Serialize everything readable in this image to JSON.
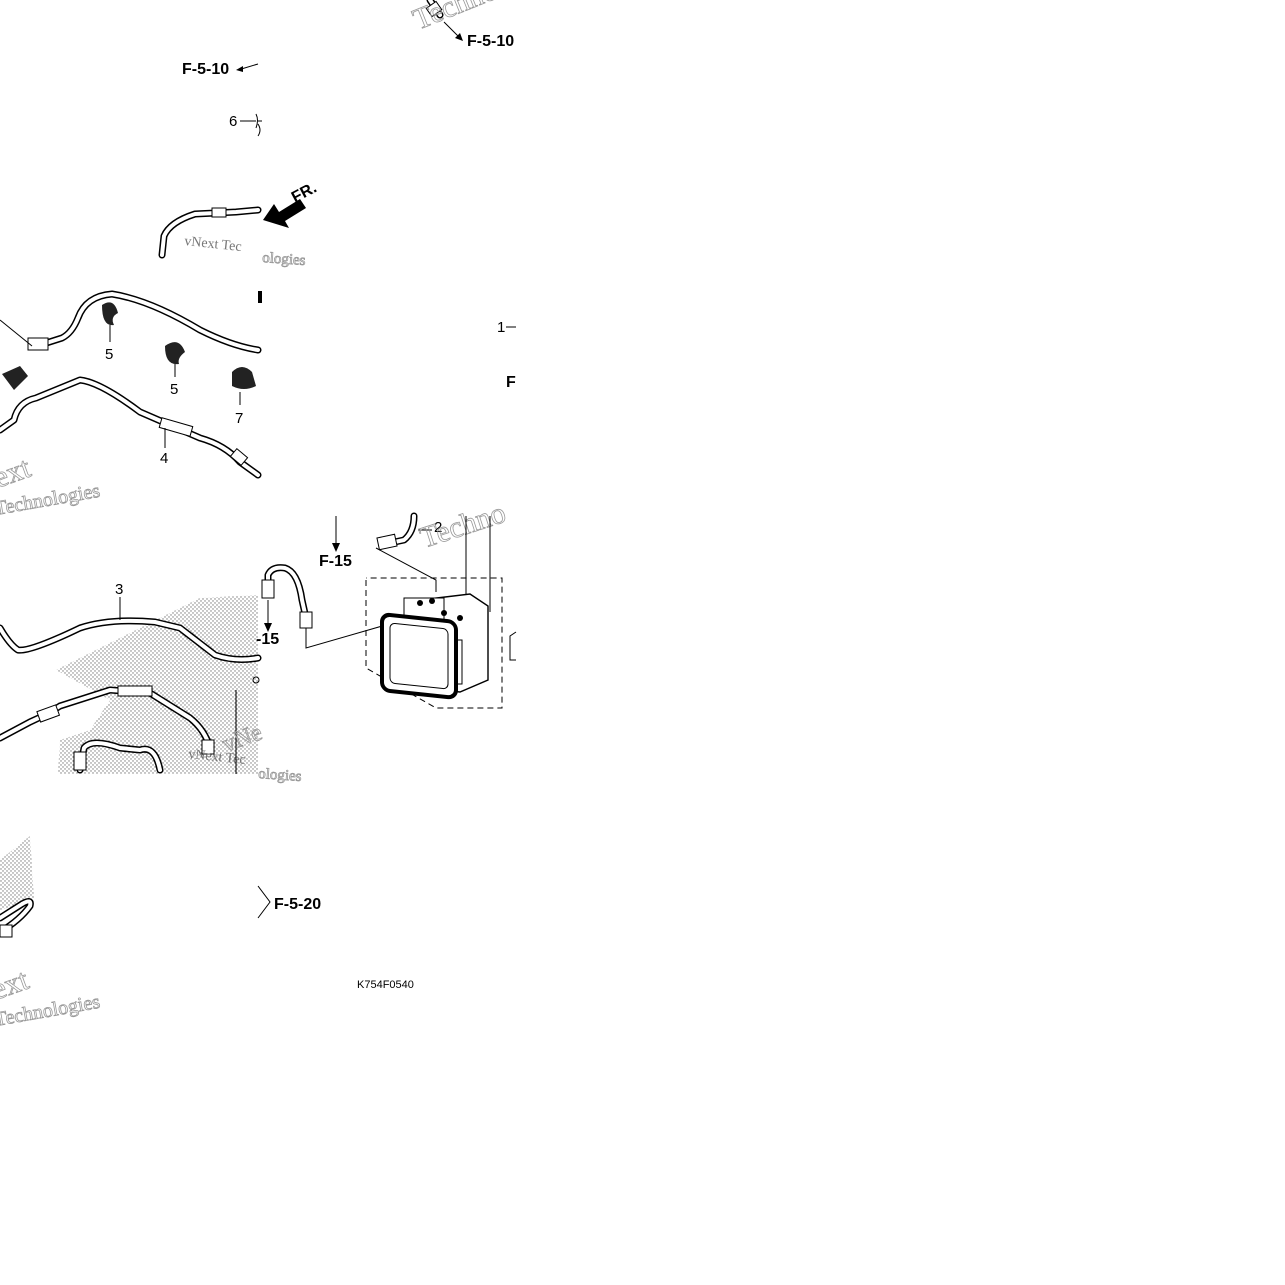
{
  "diagram": {
    "refs": {
      "f5_10_left": "F-5-10",
      "f5_10_top": "F-5-10",
      "f15_center": "F-15",
      "f15_left": "-15",
      "f5_20": "F-5-20",
      "f_right": "F",
      "fr_arrow": "FR."
    },
    "callouts": {
      "p1": "1",
      "p2": "2",
      "p3": "3",
      "p4": "4",
      "p5a": "5",
      "p5b": "5",
      "p6": "6",
      "p7": "7"
    },
    "drawing_code": "K754F0540",
    "watermark": {
      "tech": "Techno",
      "tech2": "Technologies",
      "next": "vNext Tec",
      "next2": "vNe",
      "ext": "ext",
      "ologies": "ologies"
    }
  }
}
